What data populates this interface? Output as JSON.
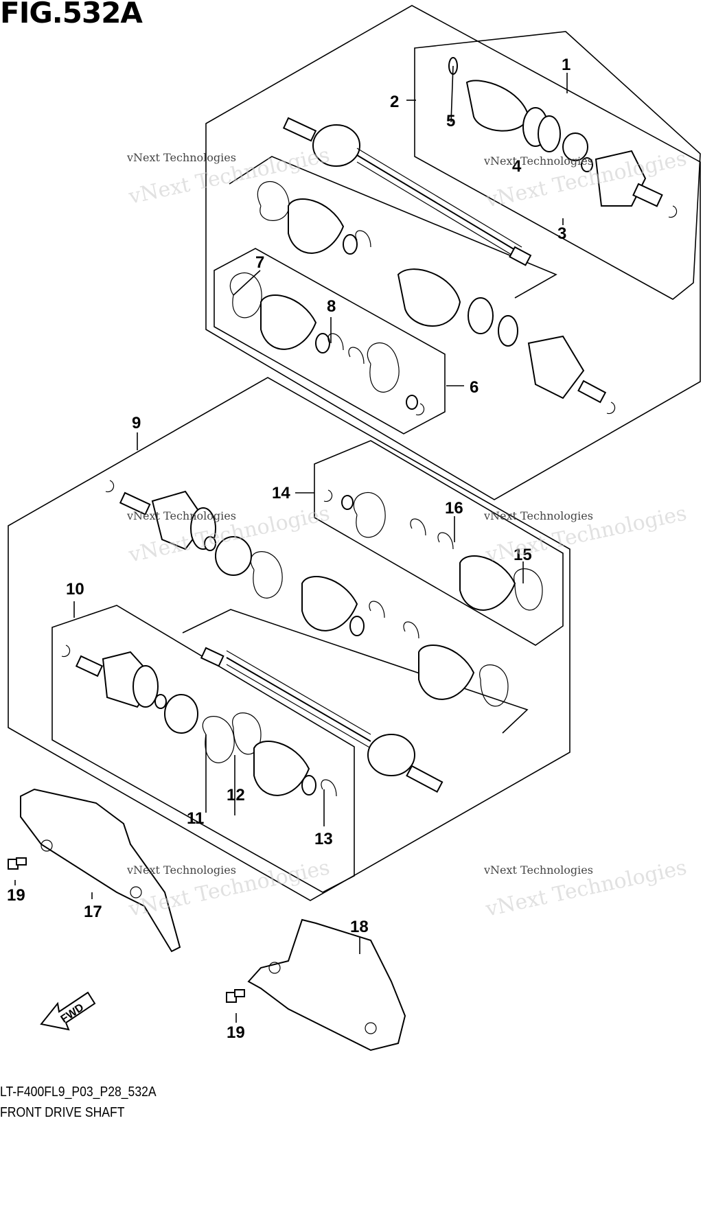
{
  "figure": {
    "title": "FIG.532A",
    "code": "LT-F400FL9_P03_P28_532A",
    "name": "FRONT DRIVE SHAFT"
  },
  "watermark": {
    "small_text": "vNext Technologies",
    "big_text": "vNext Technologies"
  },
  "callouts": [
    "1",
    "2",
    "3",
    "4",
    "5",
    "6",
    "7",
    "8",
    "9",
    "10",
    "11",
    "12",
    "13",
    "14",
    "15",
    "16",
    "17",
    "18",
    "19",
    "19"
  ],
  "fwd_label": "FWD"
}
